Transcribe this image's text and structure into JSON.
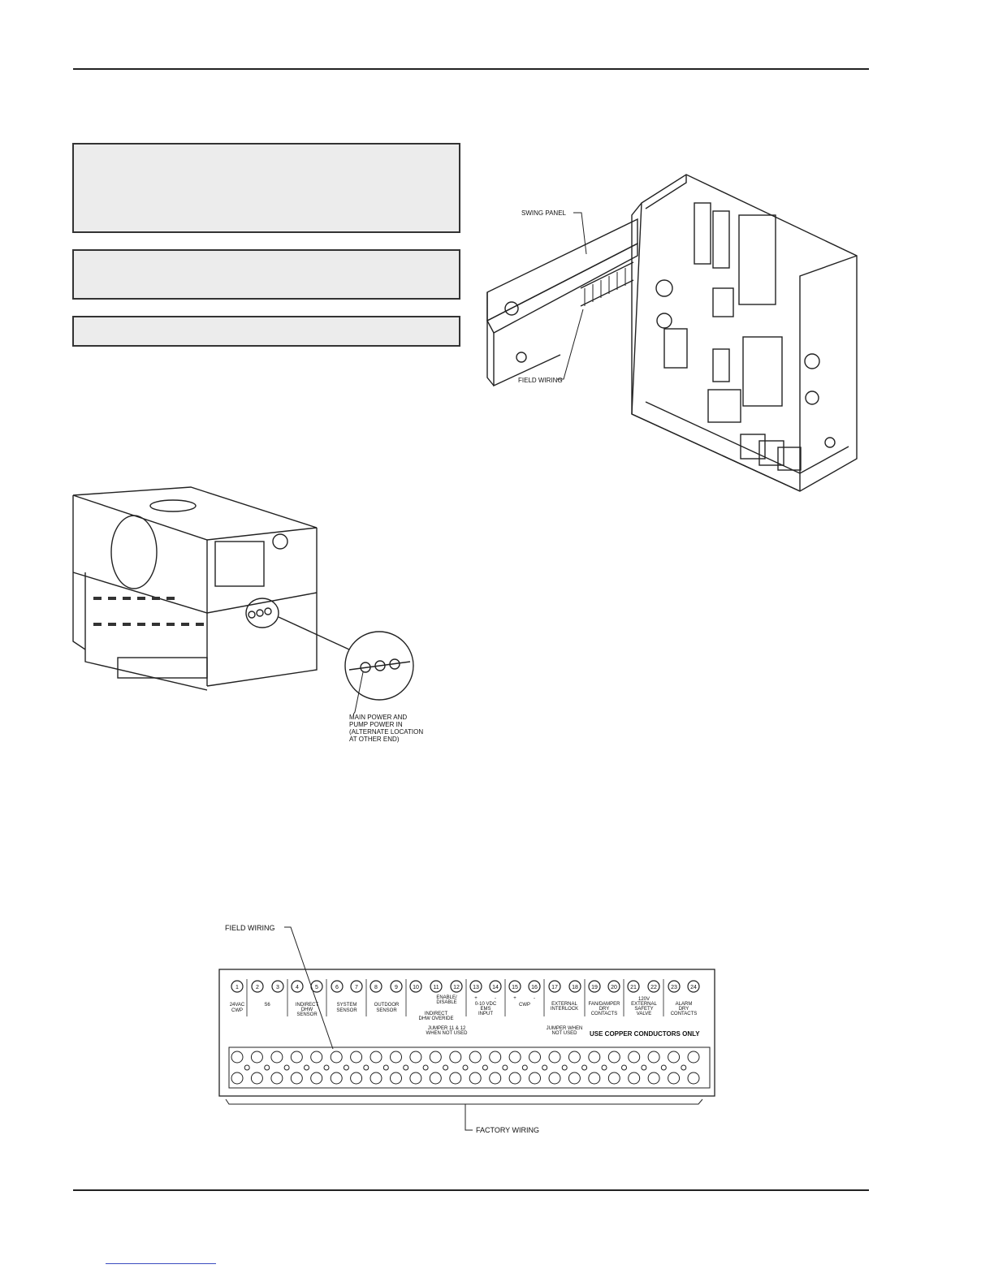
{
  "figure1": {
    "labels": {
      "swing_panel": "SWING PANEL",
      "field_wiring": "FIELD WIRING"
    }
  },
  "figure2": {
    "callout": [
      "MAIN POWER AND",
      "PUMP POWER IN",
      "(ALTERNATE LOCATION",
      "AT OTHER END)"
    ]
  },
  "figure3": {
    "field_wiring_label": "FIELD WIRING",
    "factory_wiring_label": "FACTORY WIRING",
    "terminals": [
      "1",
      "2",
      "3",
      "4",
      "5",
      "6",
      "7",
      "8",
      "9",
      "10",
      "11",
      "12",
      "13",
      "14",
      "15",
      "16",
      "17",
      "18",
      "19",
      "20",
      "21",
      "22",
      "23",
      "24"
    ],
    "groups": [
      {
        "lines": [
          "24VAC",
          "CWP"
        ]
      },
      {
        "lines": [
          "S6"
        ]
      },
      {
        "lines": [
          "INDIRECT",
          "DHW",
          "SENSOR"
        ]
      },
      {
        "lines": [
          "SYSTEM",
          "SENSOR"
        ]
      },
      {
        "lines": [
          "OUTDOOR",
          "SENSOR"
        ]
      },
      {
        "lines": [
          "ENABLE/",
          "DISABLE"
        ]
      },
      {
        "lines": [
          "INDIRECT",
          "DHW OVERIDE"
        ]
      },
      {
        "lines": [
          "JUMPER 11 & 12",
          "WHEN NOT USED"
        ]
      },
      {
        "lines": [
          "0-10 VDC",
          "EMS",
          "INPUT"
        ]
      },
      {
        "lines": [
          "CWP"
        ]
      },
      {
        "lines": [
          "EXTERNAL",
          "INTERLOCK"
        ]
      },
      {
        "lines": [
          "JUMPER WHEN",
          "NOT USED"
        ]
      },
      {
        "lines": [
          "FAN/DAMPER",
          "DRY",
          "CONTACTS"
        ]
      },
      {
        "lines": [
          "120V",
          "EXTERNAL",
          "SAFETY",
          "VALVE"
        ]
      },
      {
        "lines": [
          "ALARM",
          "DRY",
          "CONTACTS"
        ]
      }
    ],
    "polarity_13": "+",
    "polarity_14": "-",
    "polarity_15": "+",
    "polarity_16": "-",
    "copper_note": "USE COPPER CONDUCTORS ONLY"
  }
}
